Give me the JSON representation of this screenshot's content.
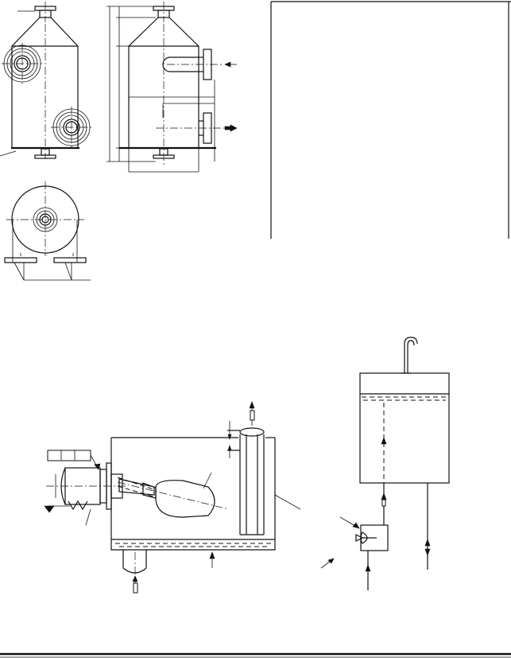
{
  "figure": {
    "texts": [],
    "views": [
      "vessel-front-view",
      "vessel-side-view",
      "vessel-top-view",
      "specification-table",
      "float-valve-tank",
      "pump-feed-tank"
    ]
  },
  "colors": {
    "ink": "#111111",
    "paper": "#ffffff"
  }
}
